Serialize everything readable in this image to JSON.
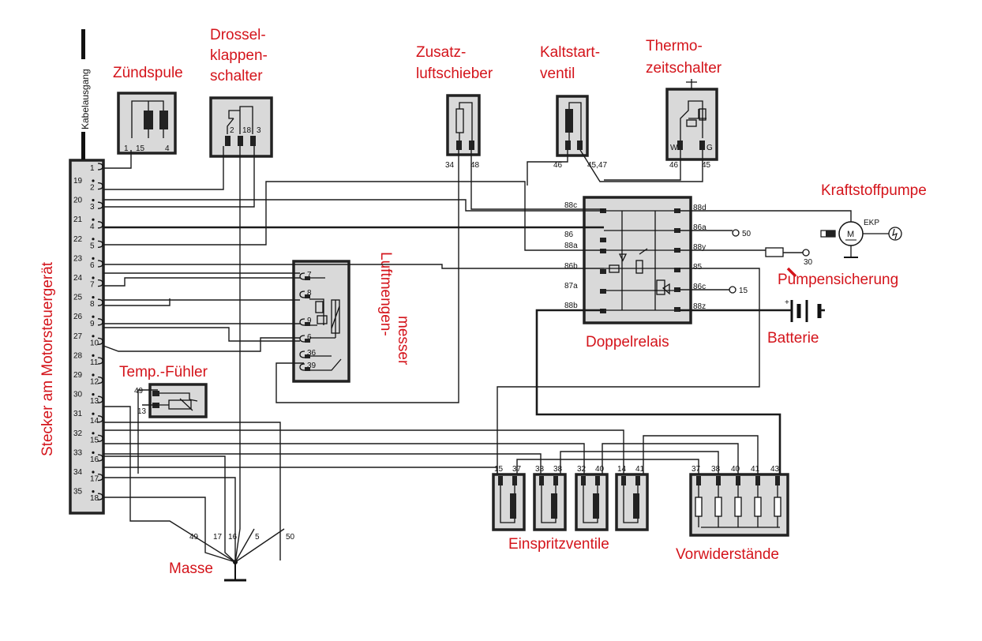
{
  "labels": {
    "zuendspule": "Zündspule",
    "drossel": [
      "Drossel-",
      "klappen-",
      "schalter"
    ],
    "zusatz": [
      "Zusatz-",
      "luftschieber"
    ],
    "kaltstart": [
      "Kaltstart-",
      "ventil"
    ],
    "thermo": [
      "Thermo-",
      "zeitschalter"
    ],
    "kraftstoffpumpe": "Kraftstoffpumpe",
    "pumpensicherung": "Pumpensicherung",
    "doppelrelais": "Doppelrelais",
    "batterie": "Batterie",
    "luftmengen": [
      "Luftmengen-",
      "messer"
    ],
    "tempfuehler": "Temp.-Fühler",
    "stecker": "Stecker am Motorsteuergerät",
    "kabelausgang": "Kabelausgang",
    "masse": "Masse",
    "einspritz": "Einspritzventile",
    "vorwid": "Vorwiderstände"
  },
  "pins": {
    "stecker_right": [
      "1",
      "2",
      "3",
      "4",
      "5",
      "6",
      "7",
      "8",
      "9",
      "10",
      "11",
      "12",
      "13",
      "14",
      "15",
      "16",
      "17",
      "18"
    ],
    "stecker_left": [
      "19",
      "20",
      "21",
      "22",
      "23",
      "24",
      "25",
      "26",
      "27",
      "28",
      "29",
      "30",
      "31",
      "32",
      "33",
      "34",
      "35"
    ],
    "zuendspule": [
      "1",
      "15",
      "4"
    ],
    "drossel": [
      "2",
      "18",
      "3"
    ],
    "zusatz": [
      "34",
      "48"
    ],
    "kaltstart": [
      "46",
      "45,47"
    ],
    "thermo": [
      "W",
      "G",
      "46",
      "45"
    ],
    "relais_left": [
      "88c",
      "86",
      "88a",
      "86b",
      "87a",
      "88b"
    ],
    "relais_right": [
      "88d",
      "86a",
      "88y",
      "85",
      "86c",
      "88z"
    ],
    "relais_ext": [
      "50",
      "30",
      "15"
    ],
    "pumpe": [
      "EKP",
      "M"
    ],
    "luftmengen": [
      "7",
      "8",
      "9",
      "6",
      "36",
      "39"
    ],
    "temp": [
      "49",
      "13"
    ],
    "masse": [
      "49",
      "17",
      "16",
      "5",
      "50"
    ],
    "einspritz": [
      "15",
      "37",
      "33",
      "38",
      "32",
      "40",
      "14",
      "41"
    ],
    "vorwid": [
      "37",
      "38",
      "40",
      "41",
      "43"
    ]
  }
}
